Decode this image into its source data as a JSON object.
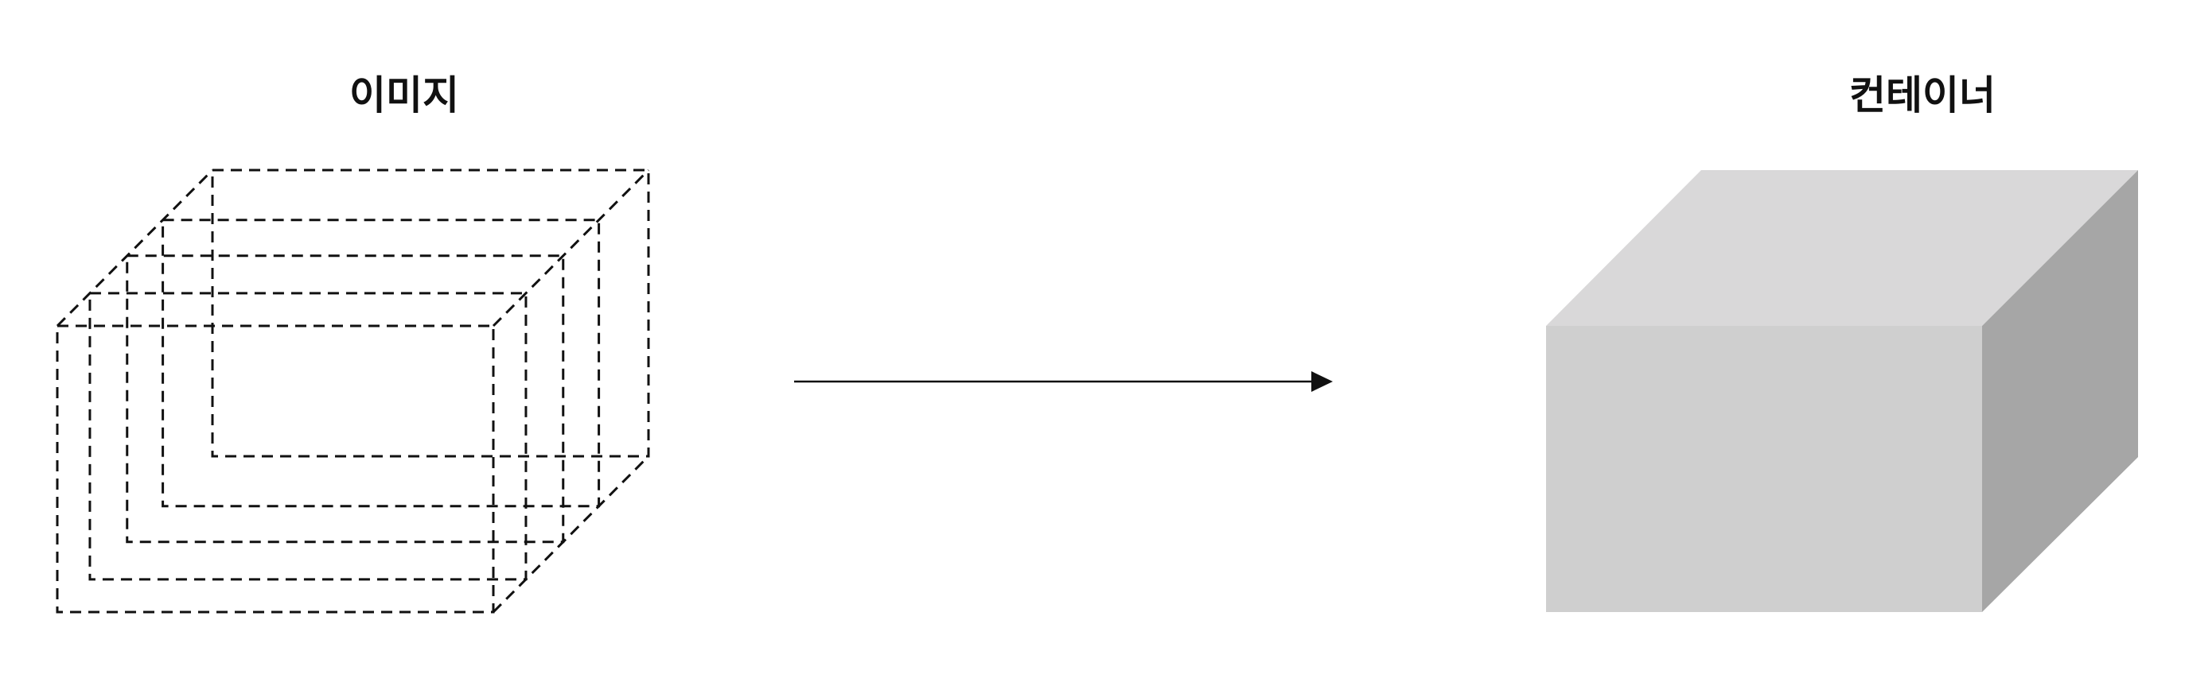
{
  "labels": {
    "left": "이미지",
    "right": "컨테이너"
  },
  "image_stack": {
    "layers": 5,
    "line_style": "dashed",
    "color": "#111111"
  },
  "container_box": {
    "front_color": "#cfcfcf",
    "top_color": "#d9d8d9",
    "side_color": "#a6a6a6"
  },
  "arrow": {
    "direction": "right",
    "color": "#111111"
  }
}
